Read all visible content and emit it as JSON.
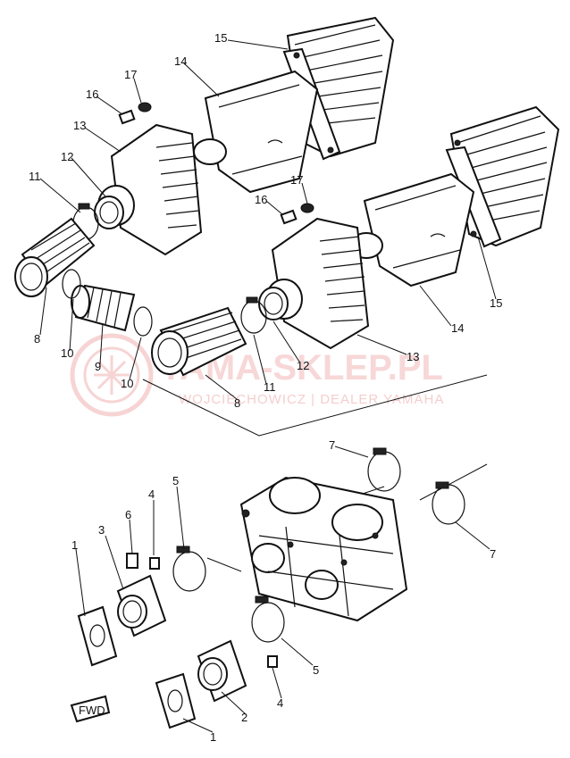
{
  "watermark": {
    "title": "YAMA-SKLEP.PL",
    "subtitle": "WOJCIECHOWICZ | DEALER YAMAHA"
  },
  "fwd_label": "FWD",
  "callouts": {
    "c1a": "1",
    "c1b": "1",
    "c2": "2",
    "c3": "3",
    "c4a": "4",
    "c4b": "4",
    "c5a": "5",
    "c5b": "5",
    "c6": "6",
    "c7a": "7",
    "c7b": "7",
    "c8a": "8",
    "c8b": "8",
    "c9": "9",
    "c10a": "10",
    "c10b": "10",
    "c11a": "11",
    "c11b": "11",
    "c12a": "12",
    "c12b": "12",
    "c13a": "13",
    "c13b": "13",
    "c14a": "14",
    "c14b": "14",
    "c15a": "15",
    "c15b": "15",
    "c16a": "16",
    "c16b": "16",
    "c17a": "17",
    "c17b": "17"
  }
}
